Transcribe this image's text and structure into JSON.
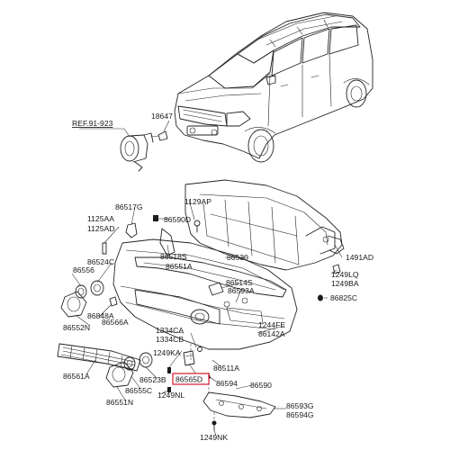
{
  "labels": {
    "ref_91_923": "REF.91-923",
    "p18647": "18647",
    "p1129AP": "1129AP",
    "p86517G": "86517G",
    "p86590D": "86590D",
    "p1125AA": "1125AA",
    "p1125AD": "1125AD",
    "p86524C": "86524C",
    "p86556": "86556",
    "p86848A": "86848A",
    "p86518S": "86518S",
    "p86551A": "86551A",
    "p86530": "86530",
    "p1491AD": "1491AD",
    "p1249LQ": "1249LQ",
    "p1249BA": "1249BA",
    "p86514S": "86514S",
    "p86593A": "86593A",
    "p86825C": "86825C",
    "p86552N": "86552N",
    "p86566A": "86566A",
    "p1334CA": "1334CA",
    "p1334CB": "1334CB",
    "p1244FE": "1244FE",
    "p86142A": "86142A",
    "p1249KA": "1249KA",
    "p86561A": "86561A",
    "p86523B": "86523B",
    "p86565D": "86565D",
    "p86511A": "86511A",
    "p86594": "86594",
    "p86590": "86590",
    "p86555C": "86555C",
    "p1249NL": "1249NL",
    "p86551N": "86551N",
    "p86593G": "86593G",
    "p86594G": "86594G",
    "p1249NK": "1249NK"
  },
  "highlight": {
    "part": "86565D",
    "color": "#d0021b"
  },
  "colors": {
    "line": "#222222",
    "background": "#ffffff"
  }
}
